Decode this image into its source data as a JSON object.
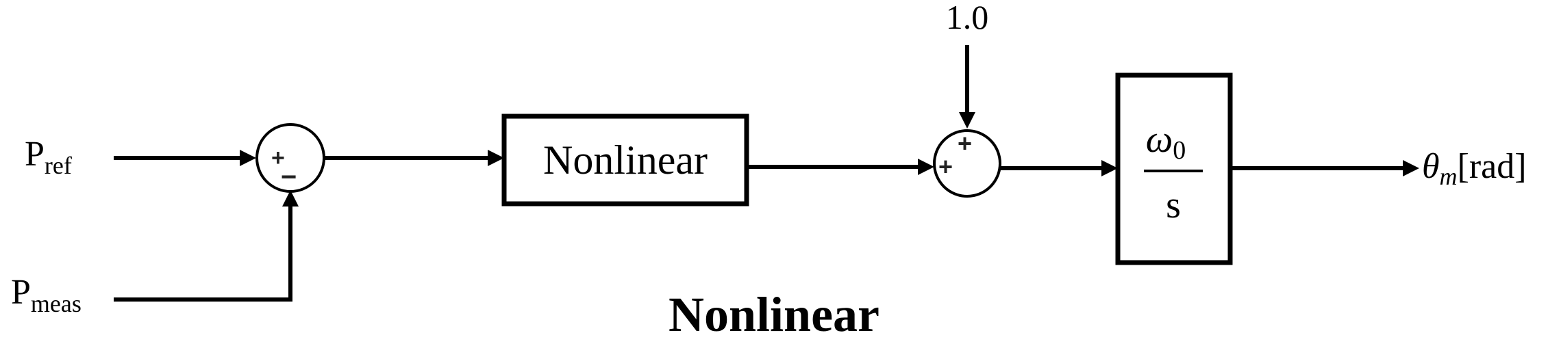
{
  "inputs": {
    "p_ref": {
      "base": "P",
      "subscript": "ref"
    },
    "p_meas": {
      "base": "P",
      "subscript": "meas"
    },
    "constant": "1.0"
  },
  "summing_junction_1": {
    "sign_top": "+",
    "sign_bottom": "−"
  },
  "summing_junction_2": {
    "sign_top": "+",
    "sign_left": "+"
  },
  "nonlinear_block": {
    "label": "Nonlinear"
  },
  "integrator_block": {
    "numerator_base": "ω",
    "numerator_subscript": "0",
    "denominator": "s"
  },
  "output": {
    "symbol": "θ",
    "subscript": "m",
    "unit": "[rad]"
  },
  "caption": "Nonlinear"
}
